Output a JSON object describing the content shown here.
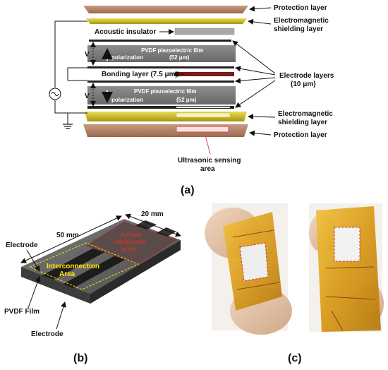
{
  "panel_a": {
    "caption": "(a)",
    "labels": {
      "protection_top": "Protection layer",
      "em_shield_top_1": "Electromagnetic",
      "em_shield_top_2": "shielding layer",
      "acoustic_insulator": "Acoustic insulator",
      "electrode_layers_1": "Electrode layers",
      "electrode_layers_2": "(10 μm)",
      "bonding_layer": "Bonding layer (7.5 μm)",
      "em_shield_bottom_1": "Electromagnetic",
      "em_shield_bottom_2": "shielding layer",
      "protection_bottom": "Protection layer",
      "sensing_area_1": "Ultrasonic sensing",
      "sensing_area_2": "area"
    },
    "film_top": {
      "title": "PVDF piezoelectric film",
      "thickness": "(52 μm)",
      "polarization": "polarization"
    },
    "film_bottom": {
      "title": "PVDF piezoelectric film",
      "thickness": "(52 μm)",
      "polarization": "polarization"
    },
    "voltage_top": "V",
    "voltage_bottom": "V"
  },
  "panel_b": {
    "caption": "(b)",
    "dim_length": "50 mm",
    "dim_width": "20 mm",
    "active_area_1": "Active",
    "active_area_2": "ultrasonic",
    "active_area_3": "area",
    "interconnection_1": "Interconnection",
    "interconnection_2": "Area",
    "electrode_top": "Electrode",
    "pvdf_film": "PVDF Film",
    "electrode_bottom": "Electrode"
  },
  "panel_c": {
    "caption": "(c)"
  },
  "colors": {
    "protection": "#b9866a",
    "shield": "#c9b81c",
    "film": "#7b7b7b",
    "bonding": "#7a1b1b",
    "active_area_text": "#c0392b",
    "interconnection_text": "#ffe600",
    "kapton": "#e3a51f"
  }
}
